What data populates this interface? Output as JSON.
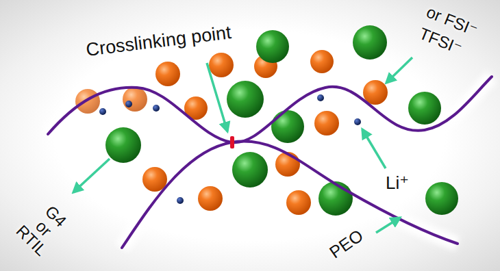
{
  "diagram": {
    "labels": [
      "Crosslinking point",
      "or FSI⁻",
      "TFSI⁻",
      "Li⁺",
      "G4 or RTIL",
      "PEO"
    ]
  }
}
